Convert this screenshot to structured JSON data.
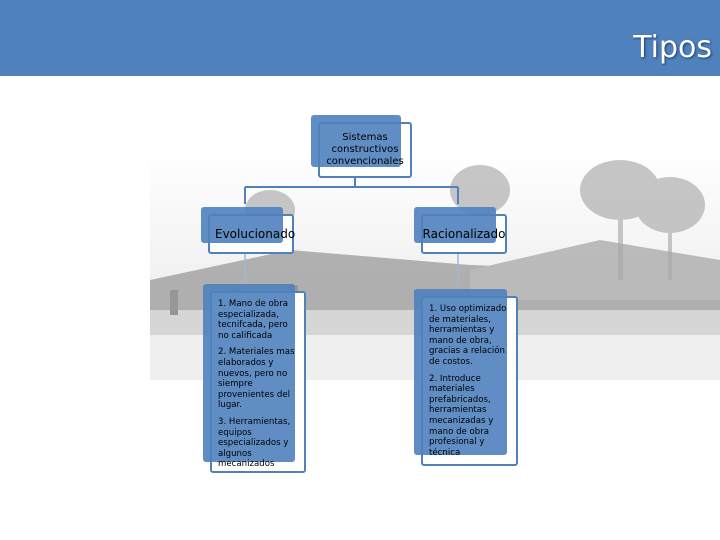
{
  "header": {
    "title": "Tipos",
    "color": "#4f81bd"
  },
  "diagram": {
    "root": {
      "label": "Sistemas\nconstructivos\nconvencionales"
    },
    "branches": [
      {
        "label": "Evolucionado",
        "items": [
          "1. Mano de obra especializada, tecnifcada, pero no calificada",
          "2. Materiales mas elaborados y nuevos, pero no siempre provenientes del lugar.",
          "3. Herramientas, equipos especializados y algunos mecanizados"
        ]
      },
      {
        "label": "Racionalizado",
        "items": [
          "1. Uso optimizado de materiales, herramientas y mano de obra, gracias a relación de costos.",
          "2. Introduce materiales prefabricados, herramientas mecanizadas y mano de obra profesional y técnica"
        ]
      }
    ]
  }
}
